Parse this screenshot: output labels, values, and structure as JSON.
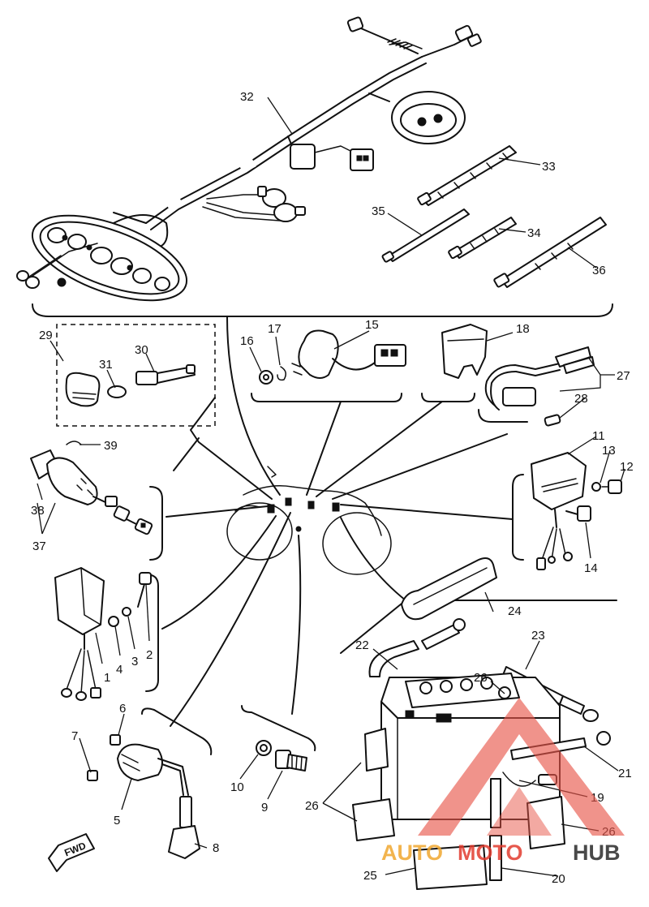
{
  "diagram": {
    "part_numbers": [
      "1",
      "2",
      "3",
      "4",
      "5",
      "6",
      "7",
      "8",
      "9",
      "10",
      "11",
      "12",
      "13",
      "14",
      "15",
      "16",
      "17",
      "18",
      "19",
      "20",
      "21",
      "22",
      "23",
      "24",
      "25",
      "26",
      "26",
      "26",
      "27",
      "28",
      "29",
      "30",
      "31",
      "32",
      "33",
      "34",
      "35",
      "36",
      "37",
      "38",
      "39"
    ],
    "fwd_label": "FWD",
    "watermark": {
      "text_a": "AUTO",
      "text_b": "MOTO",
      "text_c": "HUB",
      "color_a": "#f0a830",
      "color_b": "#e23b2e",
      "color_c": "#2a2a2a"
    },
    "ink_color": "#111111",
    "background": "#ffffff"
  }
}
